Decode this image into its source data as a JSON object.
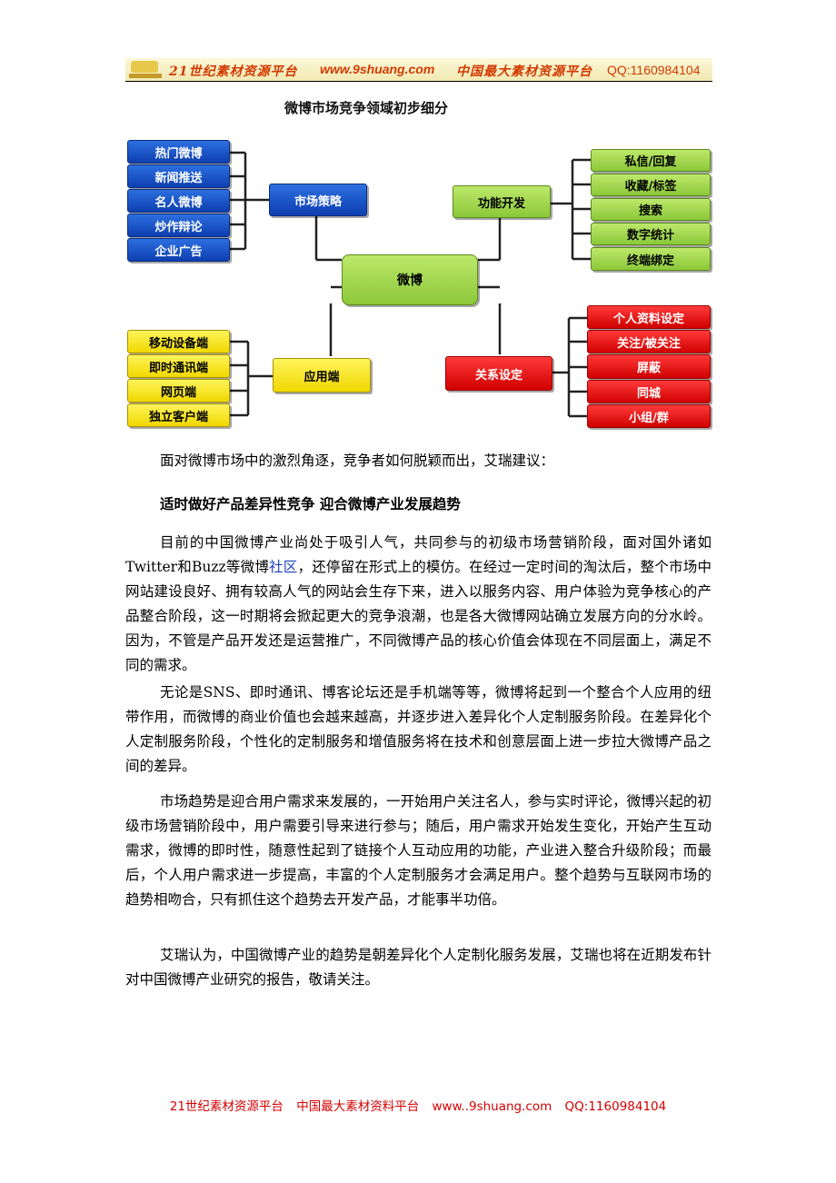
{
  "header": {
    "site_name": "21世纪素材资源平台",
    "url": "www.9shuang.com",
    "slogan": "中国最大素材资源平台",
    "qq": "QQ:1160984104"
  },
  "diagram": {
    "title": "微博市场竞争领域初步细分",
    "center": "微博",
    "market_strategy": {
      "label": "市场策略",
      "items": [
        "热门微博",
        "新闻推送",
        "名人微博",
        "炒作辩论",
        "企业广告"
      ]
    },
    "function_dev": {
      "label": "功能开发",
      "items": [
        "私信/回复",
        "收藏/标签",
        "搜索",
        "数字统计",
        "终端绑定"
      ]
    },
    "application": {
      "label": "应用端",
      "items": [
        "移动设备端",
        "即时通讯端",
        "网页端",
        "独立客户端"
      ]
    },
    "relation": {
      "label": "关系设定",
      "items": [
        "个人资料设定",
        "关注/被关注",
        "屏蔽",
        "同城",
        "小组/群"
      ]
    }
  },
  "article": {
    "intro": "面对微博市场中的激烈角逐，竞争者如何脱颖而出，艾瑞建议：",
    "heading": "适时做好产品差异性竞争 迎合微博产业发展趋势",
    "p1_a": "目前的中国微博产业尚处于吸引人气，共同参与的初级市场营销阶段，面对国外诸如Twitter和Buzz等微博",
    "p1_link": "社区",
    "p1_b": "，还停留在形式上的模仿。在经过一定时间的淘汰后，整个市场中网站建设良好、拥有较高人气的网站会生存下来，进入以服务内容、用户体验为竞争核心的产品整合阶段，这一时期将会掀起更大的竞争浪潮，也是各大微博网站确立发展方向的分水岭。因为，不管是产品开发还是运营推广，不同微博产品的核心价值会体现在不同层面上，满足不同的需求。",
    "p2": "无论是SNS、即时通讯、博客论坛还是手机端等等，微博将起到一个整合个人应用的纽带作用，而微博的商业价值也会越来越高，并逐步进入差异化个人定制服务阶段。在差异化个人定制服务阶段，个性化的定制服务和增值服务将在技术和创意层面上进一步拉大微博产品之间的差异。",
    "p3": "市场趋势是迎合用户需求来发展的，一开始用户关注名人，参与实时评论，微博兴起的初级市场营销阶段中，用户需要引导来进行参与；随后，用户需求开始发生变化，开始产生互动需求，微博的即时性，随意性起到了链接个人互动应用的功能，产业进入整合升级阶段；而最后，个人用户需求进一步提高，丰富的个人定制服务才会满足用户。整个趋势与互联网市场的趋势相吻合，只有抓住这个趋势去开发产品，才能事半功倍。",
    "p4": "艾瑞认为，中国微博产业的趋势是朝差异化个人定制化服务发展，艾瑞也将在近期发布针对中国微博产业研究的报告，敬请关注。"
  },
  "footer": {
    "site_name": "21世纪素材资源平台",
    "slogan": "中国最大素材资料平台",
    "url": "www..9shuang.com",
    "qq": "QQ:1160984104"
  }
}
